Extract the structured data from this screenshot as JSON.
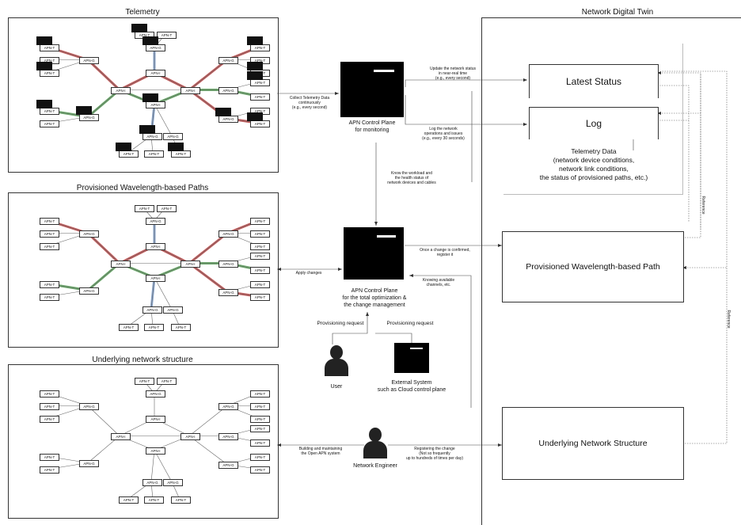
{
  "panels": {
    "telemetry": "Telemetry",
    "provisioned": "Provisioned Wavelength-based Paths",
    "underlying": "Underlying network structure",
    "twin": "Network Digital Twin"
  },
  "twin": {
    "latest_status": "Latest Status",
    "log": "Log",
    "telemetry_data": "Telemetry Data\n(network device conditions,\nnetwork link conditions,\nthe status of provisioned paths, etc.)",
    "provisioned_path": "Provisioned Wavelength-based Path",
    "underlying_structure": "Underlying Network Structure",
    "reference_1": "Reference",
    "reference_2": "Reference"
  },
  "control": {
    "monitoring": "APN Control Plane\nfor monitoring",
    "optimization": "APN Control Plane\nfor the total optimization &\nthe change management"
  },
  "actors": {
    "user": "User",
    "external": "External System\nsuch as Cloud control plane",
    "engineer": "Network Engineer"
  },
  "arrows": {
    "collect": "Collect Telemetry Data\ncontinuously\n(e.g., every second)",
    "update": "Update the network status\nin near-real time\n(e.g., every second)",
    "log_ops": "Log the network\noperations and issues\n(e.g., every 30 seconds)",
    "know_workload": "Know the workload and\nthe health status of\nnetwork devices and cables",
    "once_change": "Once a change is confirmed,\nregister it",
    "apply": "Apply changes",
    "knowing_channels": "Knowing available\nchannels, etc.",
    "prov_req_user": "Provisioning request",
    "prov_req_ext": "Provisioning request",
    "building": "Building and maintaining\nthe Open APN system",
    "registering": "Registering the change\n(Not so frequently\nup to hundreds of times per day)"
  },
  "node_labels": {
    "t": "APN-T",
    "g": "APN-G",
    "i": "APN-I"
  }
}
